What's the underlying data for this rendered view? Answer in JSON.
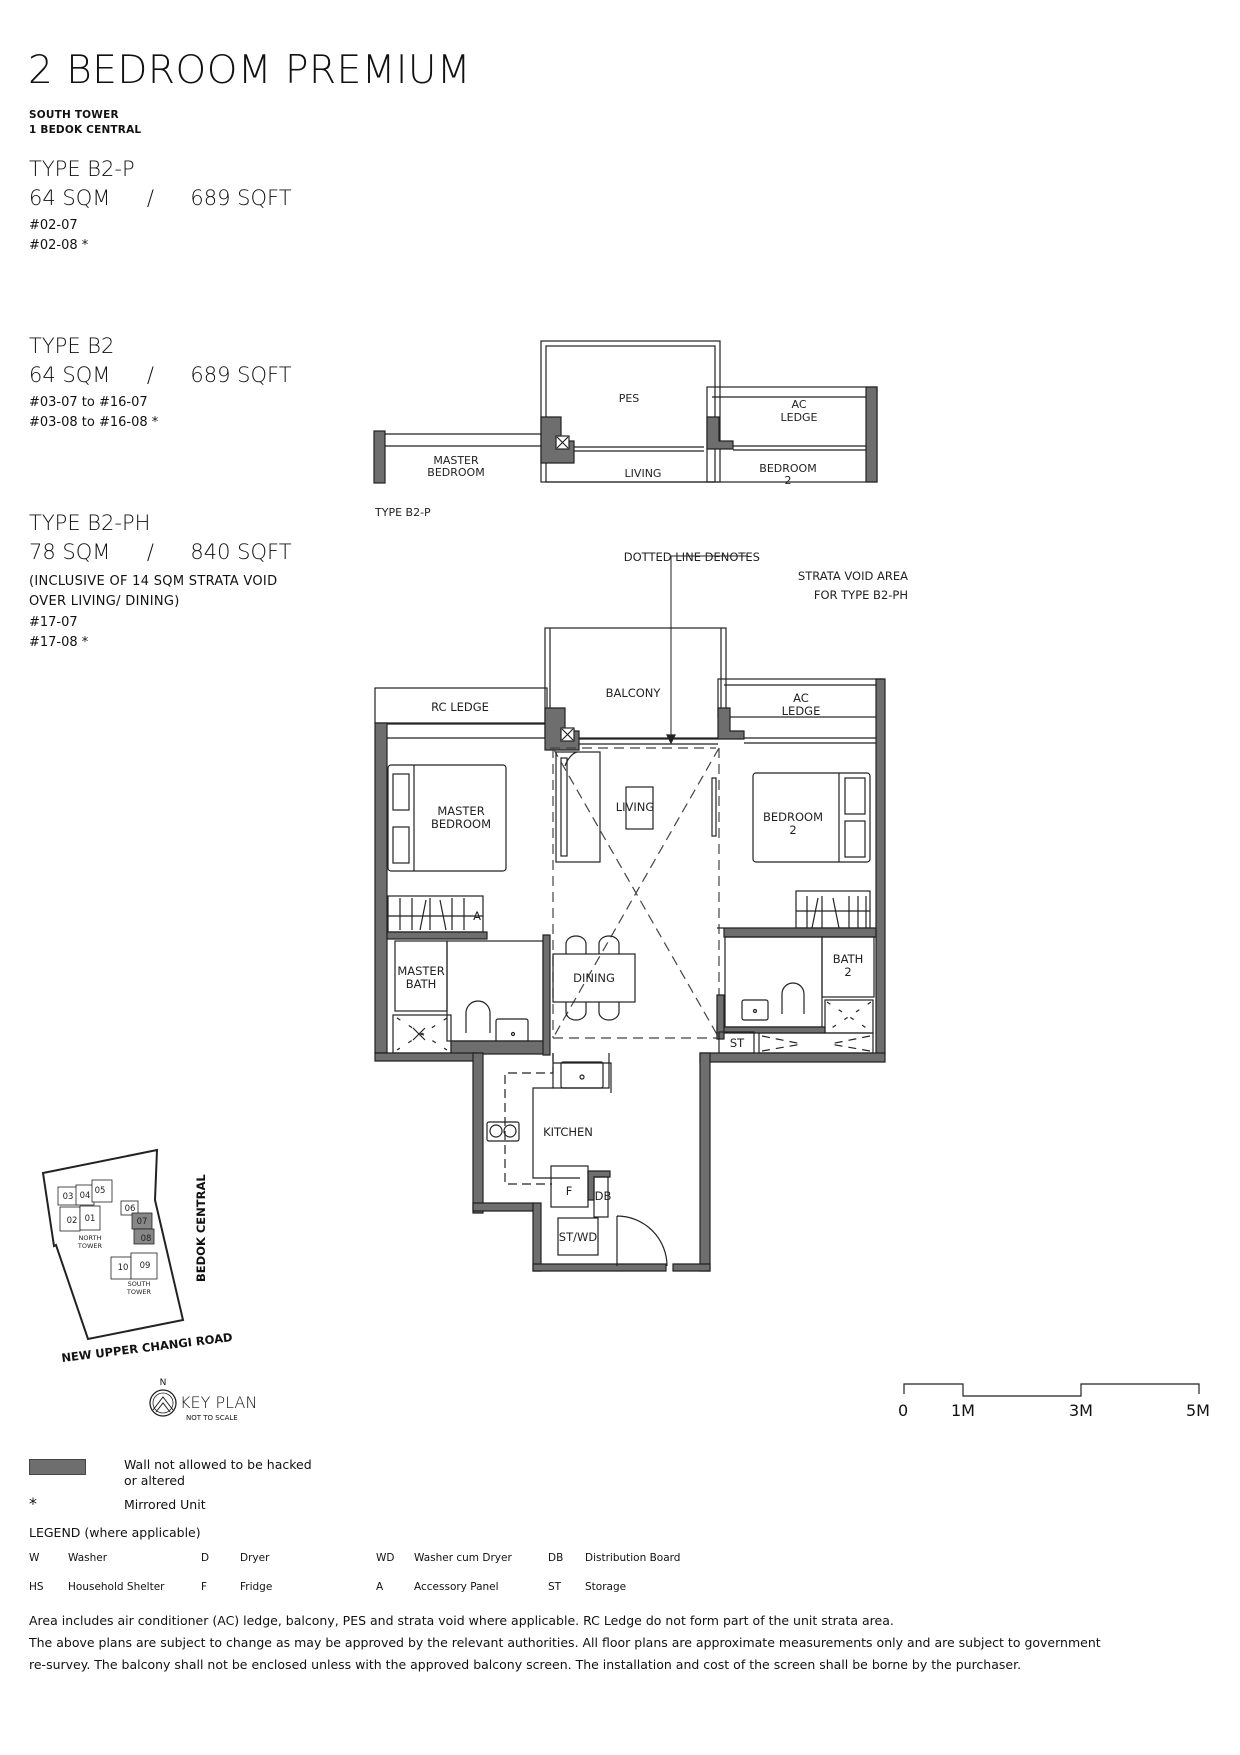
{
  "header": {
    "title": "2 BEDROOM PREMIUM",
    "tower": "SOUTH TOWER",
    "address": "1 BEDOK CENTRAL"
  },
  "unit_types": [
    {
      "name": "TYPE B2-P",
      "sqm": "64 SQM",
      "sqft": "689 SQFT",
      "units": [
        "#02-07",
        "#02-08 *"
      ]
    },
    {
      "name": "TYPE B2",
      "sqm": "64 SQM",
      "sqft": "689 SQFT",
      "units": [
        "#03-07 to #16-07",
        "#03-08 to #16-08 *"
      ]
    },
    {
      "name": "TYPE B2-PH",
      "sqm": "78 SQM",
      "sqft": "840 SQFT",
      "note_lines": [
        "(INCLUSIVE OF 14 SQM STRATA VOID",
        "OVER LIVING/ DINING)"
      ],
      "units": [
        "#17-07",
        "#17-08 *"
      ]
    }
  ],
  "area_separator": "/",
  "partial_plan": {
    "caption": "TYPE B2-P",
    "labels": {
      "pes": "PES",
      "ac_ledge_1": "AC",
      "ac_ledge_2": "LEDGE",
      "master_1": "MASTER",
      "master_2": "BEDROOM",
      "living": "LIVING",
      "bed2_1": "BEDROOM",
      "bed2_2": "2"
    }
  },
  "main_plan": {
    "annotation": [
      "DOTTED LINE DENOTES",
      "STRATA VOID AREA",
      "FOR TYPE B2-PH"
    ],
    "labels": {
      "rc_ledge": "RC LEDGE",
      "balcony": "BALCONY",
      "ac_1": "AC",
      "ac_2": "LEDGE",
      "master_1": "MASTER",
      "master_2": "BEDROOM",
      "living": "LIVING",
      "bed2_1": "BEDROOM",
      "bed2_2": "2",
      "accessory": "A",
      "master_bath_1": "MASTER",
      "master_bath_2": "BATH",
      "dining": "DINING",
      "bath2_1": "BATH",
      "bath2_2": "2",
      "storage": "ST",
      "kitchen": "KITCHEN",
      "fridge": "F",
      "db": "DB",
      "st_wd": "ST/WD"
    }
  },
  "key_plan": {
    "road_bottom": "NEW UPPER CHANGI ROAD",
    "road_right": "BEDOK CENTRAL",
    "north": "N",
    "title": "KEY PLAN",
    "subtitle": "NOT TO SCALE",
    "north_tower": [
      "NORTH",
      "TOWER"
    ],
    "south_tower": [
      "SOUTH",
      "TOWER"
    ],
    "stacks": [
      "03",
      "04",
      "05",
      "02",
      "01",
      "06",
      "07",
      "08",
      "10",
      "09"
    ],
    "highlighted": [
      "07",
      "08"
    ]
  },
  "scale_bar": {
    "ticks": [
      "0",
      "1M",
      "3M",
      "5M"
    ]
  },
  "legend": {
    "wall_text_1": "Wall not allowed to be hacked",
    "wall_text_2": "or altered",
    "mirrored_symbol": "*",
    "mirrored_text": "Mirrored Unit",
    "heading": "LEGEND (where applicable)",
    "rows": [
      [
        {
          "code": "W",
          "label": "Washer"
        },
        {
          "code": "D",
          "label": "Dryer"
        },
        {
          "code": "WD",
          "label": "Washer cum Dryer"
        },
        {
          "code": "DB",
          "label": "Distribution Board"
        }
      ],
      [
        {
          "code": "HS",
          "label": "Household Shelter"
        },
        {
          "code": "F",
          "label": "Fridge"
        },
        {
          "code": "A",
          "label": "Accessory Panel"
        },
        {
          "code": "ST",
          "label": "Storage"
        }
      ]
    ]
  },
  "footer": {
    "lines": [
      "Area includes air conditioner (AC) ledge, balcony, PES and strata void where applicable.  RC Ledge do not form part of the unit strata area.",
      "The above plans are subject to change as may be approved by the relevant authorities. All floor plans are approximate measurements only and are subject to government",
      "re-survey. The balcony shall not be enclosed unless with the approved balcony screen. The installation and cost of the screen shall be borne by the purchaser."
    ]
  },
  "colors": {
    "wall": "#6e6e6e",
    "line": "#222222",
    "text": "#111111"
  }
}
